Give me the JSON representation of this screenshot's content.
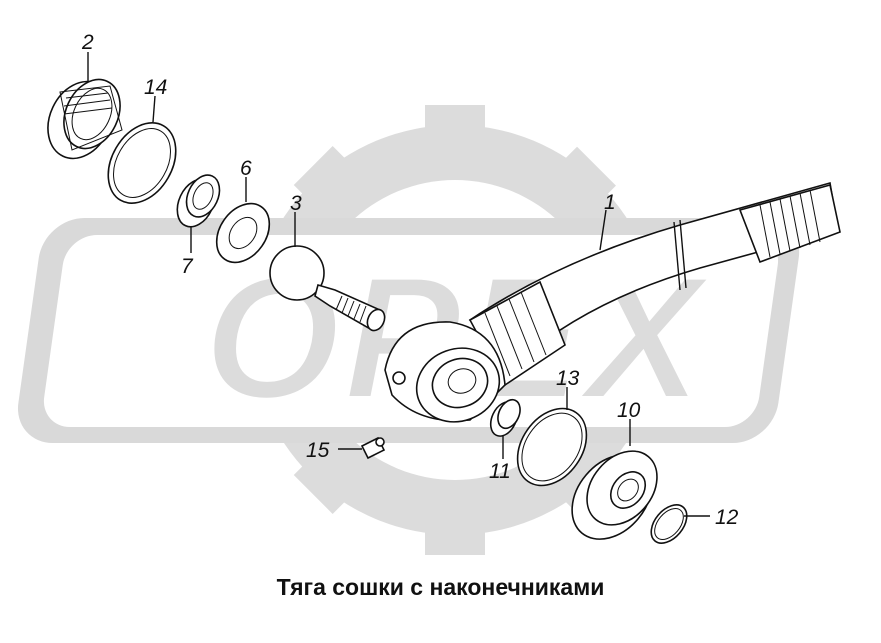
{
  "caption": "Тяга сошки с наконечниками",
  "watermark": {
    "text": "OPEX",
    "color": "#d9d9d9"
  },
  "callouts": [
    {
      "id": "1",
      "label": "1"
    },
    {
      "id": "2",
      "label": "2"
    },
    {
      "id": "3",
      "label": "3"
    },
    {
      "id": "6",
      "label": "6"
    },
    {
      "id": "7",
      "label": "7"
    },
    {
      "id": "10",
      "label": "10"
    },
    {
      "id": "11",
      "label": "11"
    },
    {
      "id": "12",
      "label": "12"
    },
    {
      "id": "13",
      "label": "13"
    },
    {
      "id": "14",
      "label": "14"
    },
    {
      "id": "15",
      "label": "15"
    }
  ]
}
